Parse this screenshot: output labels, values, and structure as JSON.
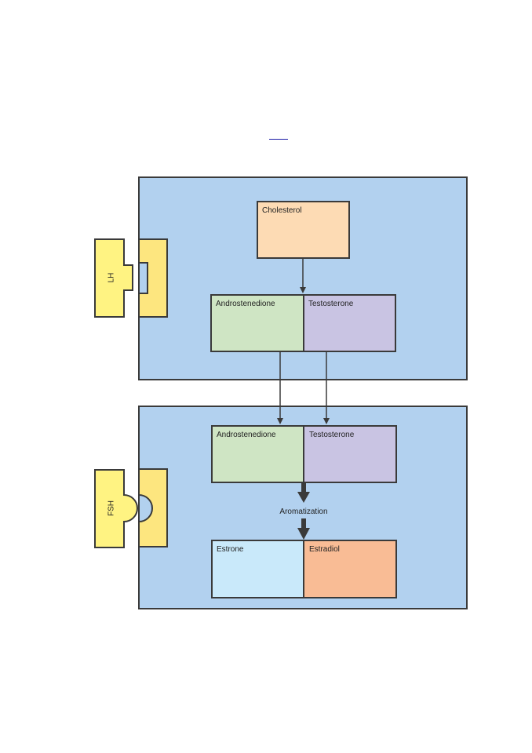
{
  "colors": {
    "cell_bg": "#b2d1ef",
    "border": "#3a3a3a",
    "cholesterol": "#fddbb4",
    "androstenedione": "#cfe5c4",
    "testosterone": "#c9c4e3",
    "estrone": "#c9e9fa",
    "estradiol": "#f9bc95",
    "receptor": "#fff382",
    "receptor_right": "#fde67f",
    "link": "#1a1aa6"
  },
  "theca": {
    "hormone_label": "LH",
    "cholesterol": "Cholesterol",
    "androstenedione": "Androstenedione",
    "testosterone": "Testosterone"
  },
  "granulosa": {
    "hormone_label": "FSH",
    "androstenedione": "Androstenedione",
    "testosterone": "Testosterone",
    "process": "Aromatization",
    "estrone": "Estrone",
    "estradiol": "Estradiol"
  }
}
